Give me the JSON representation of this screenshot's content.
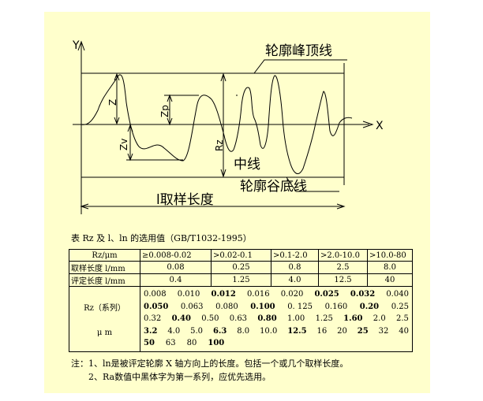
{
  "diagram": {
    "axis_y": "Y",
    "axis_x": "X",
    "label_peak_line": "轮廓峰顶线",
    "label_z": "Z",
    "label_zp": "Zp",
    "label_zv": "Zv",
    "label_rz": "Rz",
    "label_mean_line": "中线",
    "label_valley_line": "轮廓谷底线",
    "label_sampling_length": "l取样长度"
  },
  "table_caption": "表   Rz 及 l、ln 的选用值（GB/T1032-1995）",
  "table": {
    "header": [
      "Rz/μm",
      "≥0.008-0.02",
      ">0.02-0.1",
      ">0.1-2.0",
      ">2.0-10.0",
      ">10.0-80"
    ],
    "rows": [
      {
        "label": "取样长度 l/mm",
        "values": [
          "0.08",
          "0.25",
          "0.8",
          "2.5",
          "8.0"
        ]
      },
      {
        "label": "评定长度 l/mm",
        "values": [
          "0.4",
          "1.25",
          "4.0",
          "12.5",
          "40"
        ]
      }
    ],
    "series_label_1": "Rz（系列）",
    "series_label_2": "μ m",
    "series_rows": [
      [
        {
          "t": "0.008",
          "b": false
        },
        {
          "t": "0.010",
          "b": false
        },
        {
          "t": "0.012",
          "b": true
        },
        {
          "t": "0.016",
          "b": false
        },
        {
          "t": "0.020",
          "b": false
        },
        {
          "t": "0.025",
          "b": true
        },
        {
          "t": "0.032",
          "b": true
        },
        {
          "t": "0.040",
          "b": false
        }
      ],
      [
        {
          "t": "0.050",
          "b": true
        },
        {
          "t": "0.063",
          "b": false
        },
        {
          "t": "0.080",
          "b": false
        },
        {
          "t": "0.100",
          "b": true
        },
        {
          "t": "0. 125",
          "b": false
        },
        {
          "t": "0.160",
          "b": false
        },
        {
          "t": "0.20",
          "b": true
        },
        {
          "t": "0.25",
          "b": false
        }
      ],
      [
        {
          "t": "0.32",
          "b": false
        },
        {
          "t": "0.40",
          "b": true
        },
        {
          "t": "0.50",
          "b": false
        },
        {
          "t": "0.63",
          "b": false
        },
        {
          "t": "0.80",
          "b": true
        },
        {
          "t": "1.00",
          "b": false
        },
        {
          "t": "1.25",
          "b": false
        },
        {
          "t": "1.60",
          "b": true
        },
        {
          "t": "2.0",
          "b": false
        },
        {
          "t": "2.5",
          "b": false
        }
      ],
      [
        {
          "t": "3.2",
          "b": true
        },
        {
          "t": "4.0",
          "b": false
        },
        {
          "t": "5.0",
          "b": false
        },
        {
          "t": "6.3",
          "b": true
        },
        {
          "t": "8.0",
          "b": false
        },
        {
          "t": "10.0",
          "b": false
        },
        {
          "t": "12.5",
          "b": true
        },
        {
          "t": "16",
          "b": false
        },
        {
          "t": "20",
          "b": false
        },
        {
          "t": "25",
          "b": true
        },
        {
          "t": "32",
          "b": false
        },
        {
          "t": "40",
          "b": false
        }
      ],
      [
        {
          "t": "50",
          "b": true
        },
        {
          "t": "63",
          "b": false
        },
        {
          "t": "80",
          "b": false
        },
        {
          "t": "100",
          "b": true
        }
      ]
    ]
  },
  "notes": [
    "注：1、ln是被评定轮廓 X 轴方向上的长度。包括一个或几个取样长度。",
    "2、Ra数值中黑体字为第一系列，应优先选用。"
  ]
}
